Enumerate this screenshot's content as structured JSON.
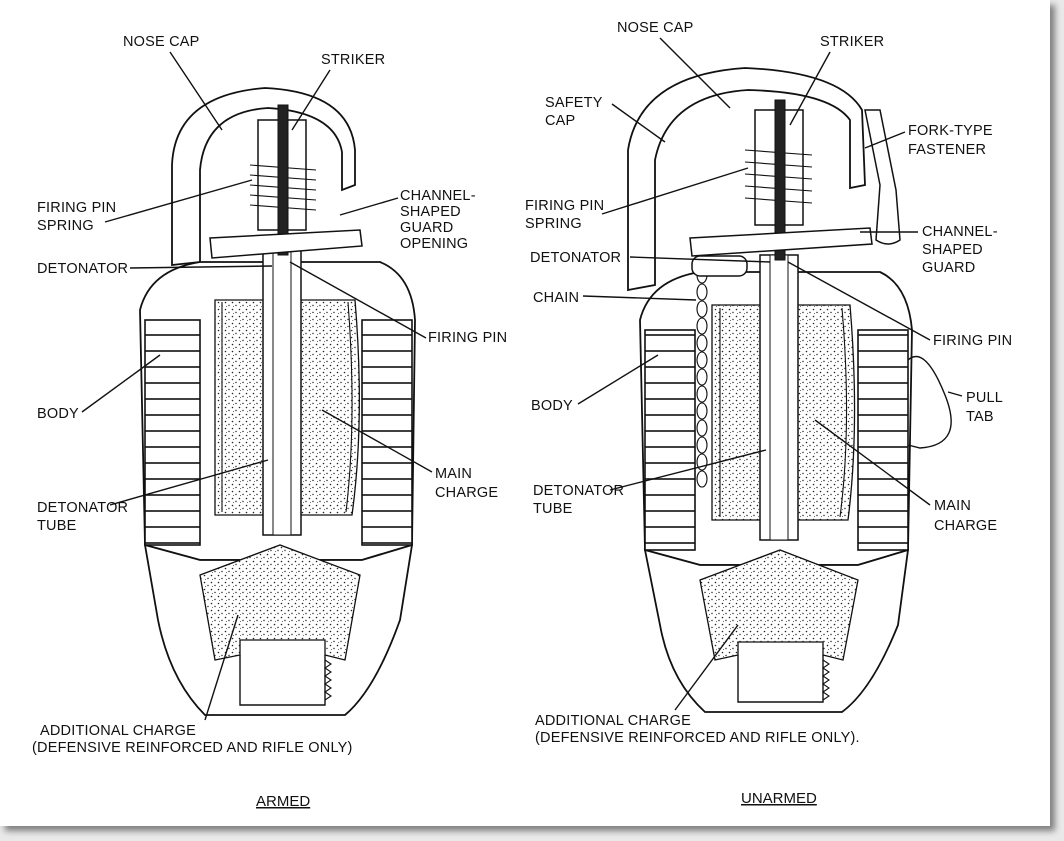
{
  "diagrams": [
    {
      "caption": "ARMED",
      "labels": {
        "nose_cap": "NOSE CAP",
        "striker": "STRIKER",
        "firing_pin_spring_1": "FIRING PIN",
        "firing_pin_spring_2": "SPRING",
        "channel_1": "CHANNEL-",
        "channel_2": "SHAPED",
        "channel_3": "GUARD",
        "channel_4": "OPENING",
        "detonator": "DETONATOR",
        "firing_pin": "FIRING PIN",
        "body": "BODY",
        "main_charge_1": "MAIN",
        "main_charge_2": "CHARGE",
        "detonator_tube_1": "DETONATOR",
        "detonator_tube_2": "TUBE",
        "additional_1": "ADDITIONAL  CHARGE",
        "additional_2": "(DEFENSIVE REINFORCED AND RIFLE ONLY)"
      }
    },
    {
      "caption": "UNARMED",
      "labels": {
        "nose_cap": "NOSE CAP",
        "striker": "STRIKER",
        "safety_cap_1": "SAFETY",
        "safety_cap_2": "CAP",
        "fork_1": "FORK-TYPE",
        "fork_2": "FASTENER",
        "firing_pin_spring_1": "FIRING PIN",
        "firing_pin_spring_2": "SPRING",
        "channel_1": "CHANNEL-",
        "channel_2": "SHAPED",
        "channel_3": "GUARD",
        "detonator": "DETONATOR",
        "chain": "CHAIN",
        "firing_pin": "FIRING PIN",
        "body": "BODY",
        "pull_tab_1": "PULL",
        "pull_tab_2": "TAB",
        "detonator_tube_1": "DETONATOR",
        "detonator_tube_2": "TUBE",
        "main_charge_1": "MAIN",
        "main_charge_2": "CHARGE",
        "additional_1": "ADDITIONAL  CHARGE",
        "additional_2": "(DEFENSIVE REINFORCED AND RIFLE ONLY)."
      }
    }
  ]
}
